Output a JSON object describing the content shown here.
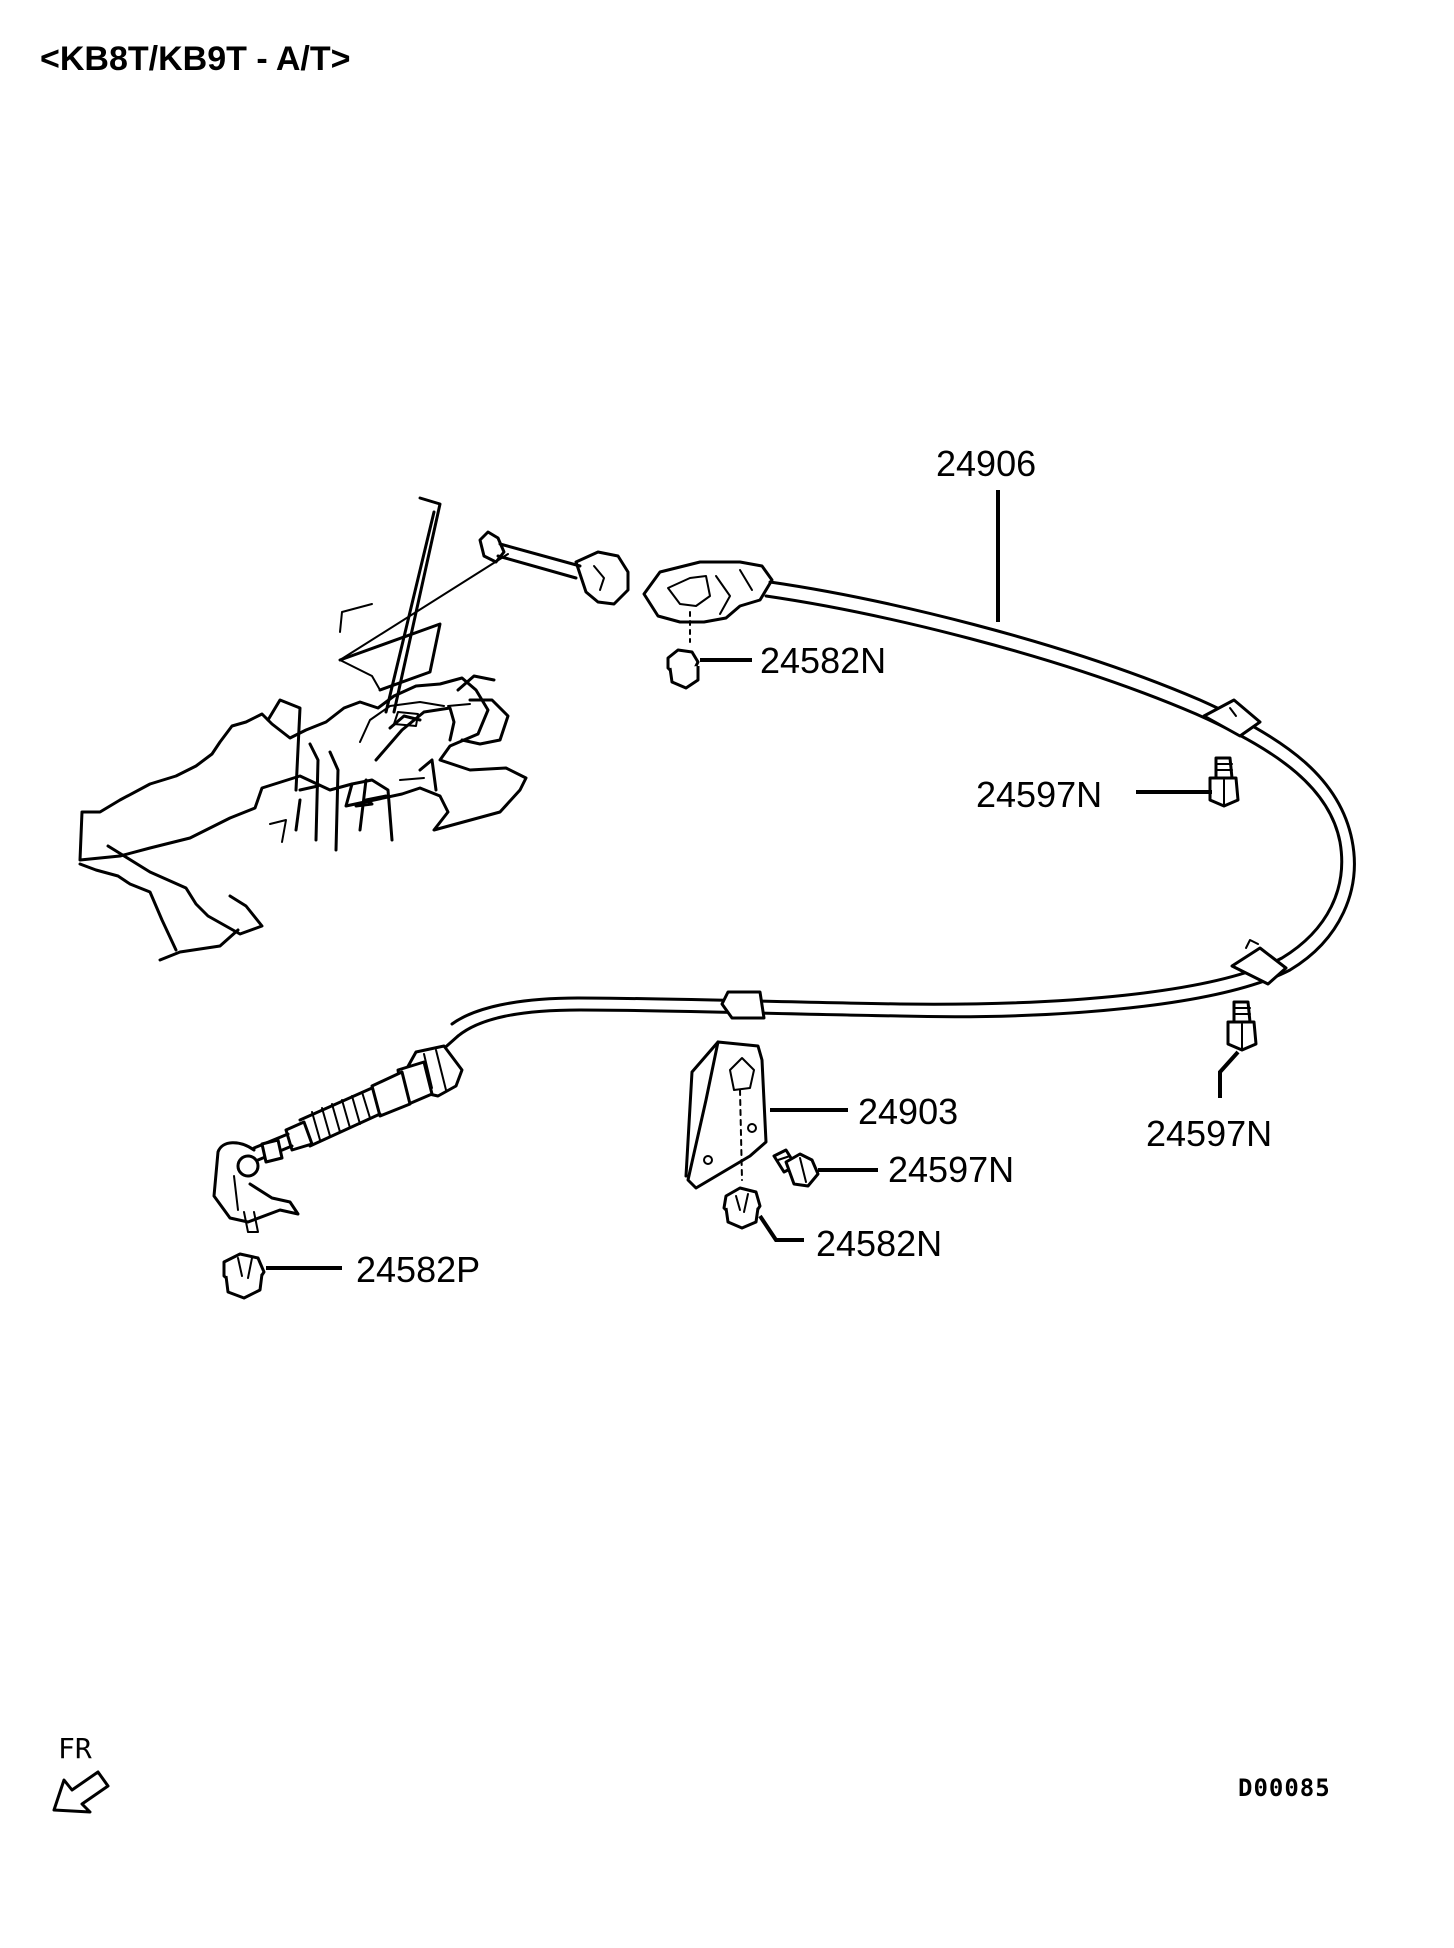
{
  "title": "<KB8T/KB9T - A/T>",
  "direction_label": "FR",
  "diagram_code": "D00085",
  "callouts": [
    {
      "id": "cable",
      "label": "24906"
    },
    {
      "id": "nut-top",
      "label": "24582N"
    },
    {
      "id": "bolt-right-upper",
      "label": "24597N"
    },
    {
      "id": "bolt-right-lower",
      "label": "24597N"
    },
    {
      "id": "bracket",
      "label": "24903"
    },
    {
      "id": "bolt-bracket",
      "label": "24597N"
    },
    {
      "id": "nut-bracket",
      "label": "24582N"
    },
    {
      "id": "nut-end",
      "label": "24582P"
    }
  ]
}
